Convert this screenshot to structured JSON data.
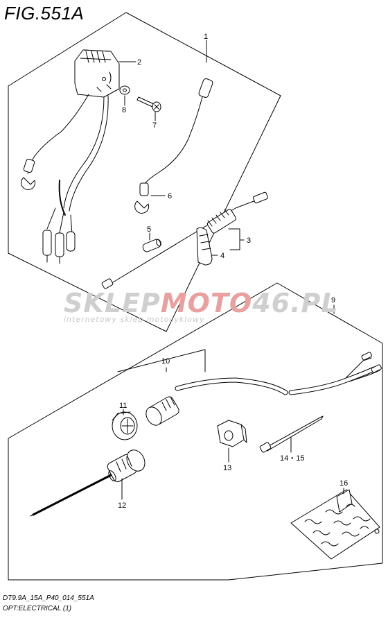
{
  "figure": {
    "title": "FIG.551A"
  },
  "callouts": {
    "c1": "1",
    "c2": "2",
    "c3": "3",
    "c4": "4",
    "c5": "5",
    "c6": "6",
    "c7": "7",
    "c8": "8",
    "c9": "9",
    "c10": "10",
    "c11": "11",
    "c12": "12",
    "c13": "13",
    "c14": "14・15",
    "c16": "16"
  },
  "watermark": {
    "brand_grey_a": "SKLEP",
    "brand_red": "MOTO",
    "brand_grey_b": "46.PL",
    "tagline": "internetowy sklep motocyklowy",
    "grey_color": "#cfcfcf",
    "red_color": "#e8a0a0"
  },
  "footer": {
    "line1": "DT9.9A_15A_P40_014_551A",
    "line2": "OPT:ELECTRICAL (1)"
  }
}
